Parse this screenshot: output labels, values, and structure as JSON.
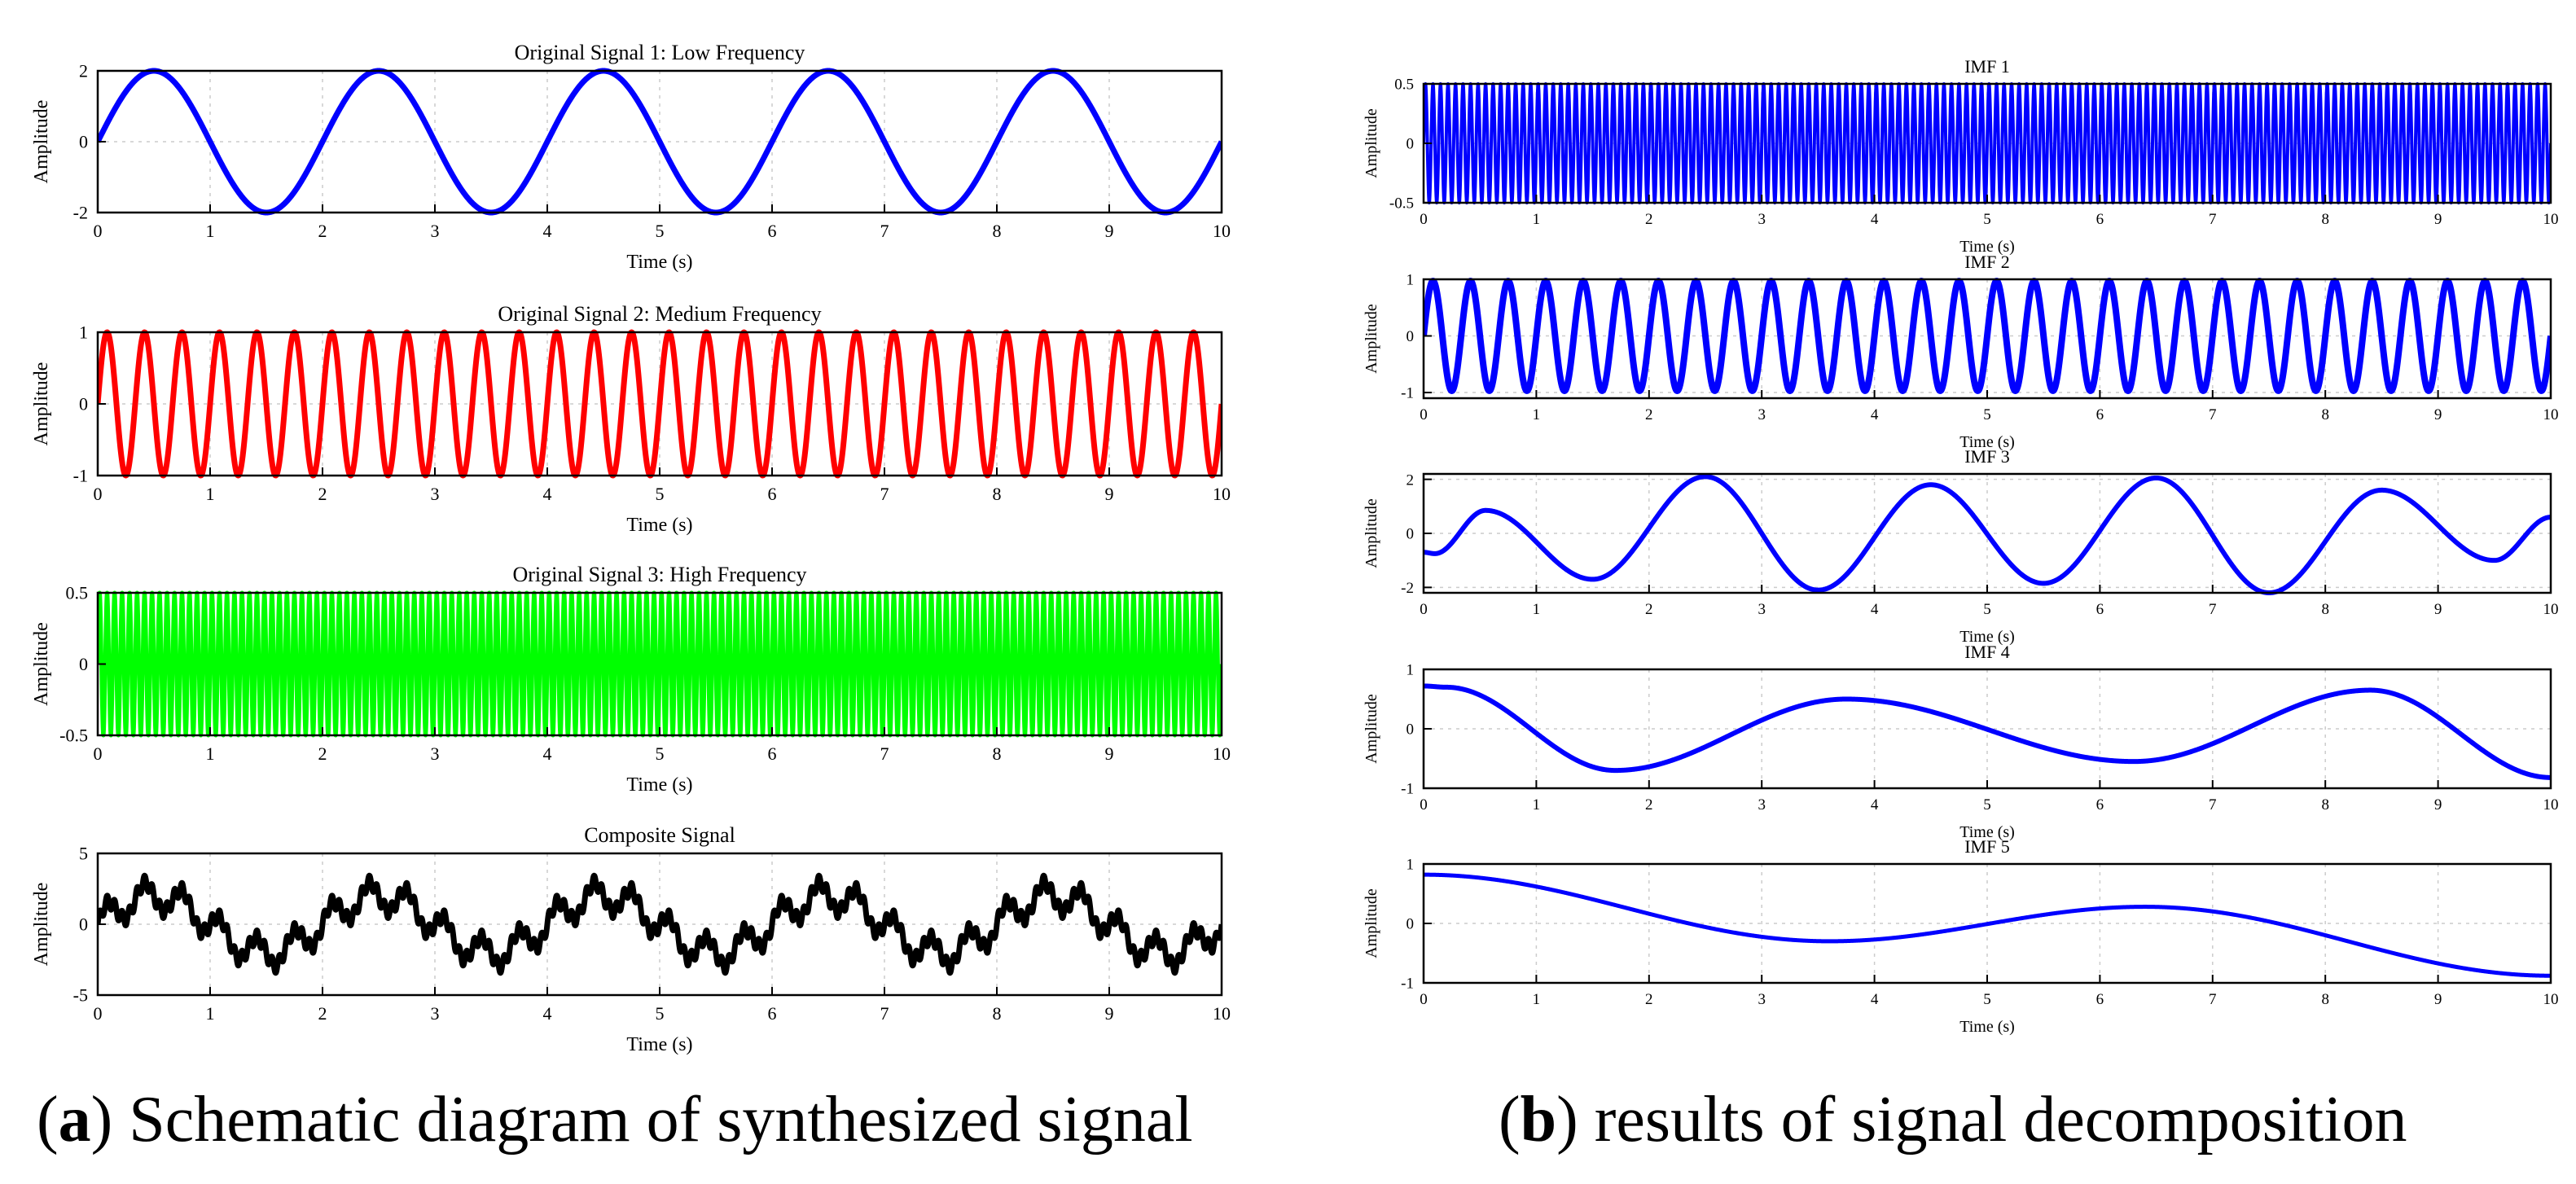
{
  "captions": {
    "left": {
      "letter": "a",
      "text": "Schematic diagram of synthesized signal"
    },
    "right": {
      "letter": "b",
      "text": "results of signal decomposition"
    }
  },
  "colors": {
    "blue": "#0000ff",
    "red": "#ff0000",
    "green": "#00ff00",
    "black": "#000000"
  },
  "chart_data": [
    {
      "type": "line",
      "title": "Original Signal 1: Low Frequency",
      "xlabel": "Time (s)",
      "ylabel": "Amplitude",
      "xlim": [
        0,
        10
      ],
      "ylim": [
        -2,
        2
      ],
      "xticks": [
        0,
        1,
        2,
        3,
        4,
        5,
        6,
        7,
        8,
        9,
        10
      ],
      "yticks": [
        2,
        0,
        -2
      ],
      "grid": true,
      "series": [
        {
          "color": "#0000ff",
          "formula": "2*sin(2*pi*0.5*t)",
          "frequency_hz": 0.5,
          "amplitude": 2
        }
      ]
    },
    {
      "type": "line",
      "title": "Original Signal 2: Medium Frequency",
      "xlabel": "Time (s)",
      "ylabel": "Amplitude",
      "xlim": [
        0,
        10
      ],
      "ylim": [
        -1,
        1
      ],
      "xticks": [
        0,
        1,
        2,
        3,
        4,
        5,
        6,
        7,
        8,
        9,
        10
      ],
      "yticks": [
        1,
        0,
        -1
      ],
      "grid": true,
      "series": [
        {
          "color": "#ff0000",
          "formula": "sin(2*pi*3*t)",
          "frequency_hz": 3,
          "amplitude": 1
        }
      ]
    },
    {
      "type": "line",
      "title": "Original Signal 3: High Frequency",
      "xlabel": "Time (s)",
      "ylabel": "Amplitude",
      "xlim": [
        0,
        10
      ],
      "ylim": [
        -0.5,
        0.5
      ],
      "xticks": [
        0,
        1,
        2,
        3,
        4,
        5,
        6,
        7,
        8,
        9,
        10
      ],
      "yticks": [
        0.5,
        0,
        -0.5
      ],
      "grid": true,
      "series": [
        {
          "color": "#00ff00",
          "formula": "0.5*sin(2*pi*15*t)",
          "frequency_hz": 15,
          "amplitude": 0.5
        }
      ]
    },
    {
      "type": "line",
      "title": "Composite Signal",
      "xlabel": "Time (s)",
      "ylabel": "Amplitude",
      "xlim": [
        0,
        10
      ],
      "ylim": [
        -5,
        5
      ],
      "xticks": [
        0,
        1,
        2,
        3,
        4,
        5,
        6,
        7,
        8,
        9,
        10
      ],
      "yticks": [
        5,
        0,
        -5
      ],
      "grid": true,
      "series": [
        {
          "color": "#000000",
          "formula": "2*sin(2*pi*0.5*t) + sin(2*pi*3*t) + 0.5*sin(2*pi*15*t)"
        }
      ]
    },
    {
      "type": "line",
      "title": "IMF 1",
      "xlabel": "Time (s)",
      "ylabel": "Amplitude",
      "xlim": [
        0,
        10
      ],
      "ylim": [
        -0.5,
        0.5
      ],
      "xticks": [
        0,
        1,
        2,
        3,
        4,
        5,
        6,
        7,
        8,
        9,
        10
      ],
      "yticks": [
        0.5,
        0,
        -0.5
      ],
      "grid": true,
      "series": [
        {
          "color": "#0000ff",
          "frequency_hz": 15,
          "amplitude": 0.5
        }
      ]
    },
    {
      "type": "line",
      "title": "IMF 2",
      "xlabel": "Time (s)",
      "ylabel": "Amplitude",
      "xlim": [
        0,
        10
      ],
      "ylim": [
        -1.1,
        1.0
      ],
      "xticks": [
        0,
        1,
        2,
        3,
        4,
        5,
        6,
        7,
        8,
        9,
        10
      ],
      "yticks": [
        1,
        0,
        -1
      ],
      "grid": true,
      "series": [
        {
          "color": "#0000ff",
          "frequency_hz": 3,
          "amplitude": 0.97
        }
      ]
    },
    {
      "type": "line",
      "title": "IMF 3",
      "xlabel": "Time (s)",
      "ylabel": "Amplitude",
      "xlim": [
        0,
        10
      ],
      "ylim": [
        -2.2,
        2.2
      ],
      "xticks": [
        0,
        1,
        2,
        3,
        4,
        5,
        6,
        7,
        8,
        9,
        10
      ],
      "yticks": [
        2,
        0,
        -2
      ],
      "grid": true,
      "series": [
        {
          "color": "#0000ff",
          "points": [
            [
              0,
              -0.7
            ],
            [
              0.1,
              -0.75
            ],
            [
              0.55,
              0.85
            ],
            [
              1.5,
              -1.7
            ],
            [
              2.5,
              2.1
            ],
            [
              3.5,
              -2.1
            ],
            [
              4.5,
              1.8
            ],
            [
              5.5,
              -1.85
            ],
            [
              6.5,
              2.05
            ],
            [
              7.5,
              -2.2
            ],
            [
              8.5,
              1.6
            ],
            [
              9.5,
              -1.0
            ],
            [
              10,
              0.6
            ]
          ]
        }
      ]
    },
    {
      "type": "line",
      "title": "IMF 4",
      "xlabel": "Time (s)",
      "ylabel": "Amplitude",
      "xlim": [
        0,
        10
      ],
      "ylim": [
        -1,
        1
      ],
      "xticks": [
        0,
        1,
        2,
        3,
        4,
        5,
        6,
        7,
        8,
        9,
        10
      ],
      "yticks": [
        1,
        0,
        -1
      ],
      "grid": true,
      "series": [
        {
          "color": "#0000ff",
          "points": [
            [
              0,
              0.72
            ],
            [
              0.2,
              0.7
            ],
            [
              1.7,
              -0.7
            ],
            [
              3.75,
              0.5
            ],
            [
              6.3,
              -0.55
            ],
            [
              8.4,
              0.65
            ],
            [
              10,
              -0.82
            ]
          ]
        }
      ]
    },
    {
      "type": "line",
      "title": "IMF 5",
      "xlabel": "Time (s)",
      "ylabel": "Amplitude",
      "xlim": [
        0,
        10
      ],
      "ylim": [
        -1,
        1
      ],
      "xticks": [
        0,
        1,
        2,
        3,
        4,
        5,
        6,
        7,
        8,
        9,
        10
      ],
      "yticks": [
        1,
        0,
        -1
      ],
      "grid": true,
      "series": [
        {
          "color": "#0000ff",
          "points": [
            [
              0,
              0.82
            ],
            [
              3.6,
              -0.3
            ],
            [
              6.4,
              0.28
            ],
            [
              10,
              -0.88
            ]
          ]
        }
      ]
    }
  ]
}
